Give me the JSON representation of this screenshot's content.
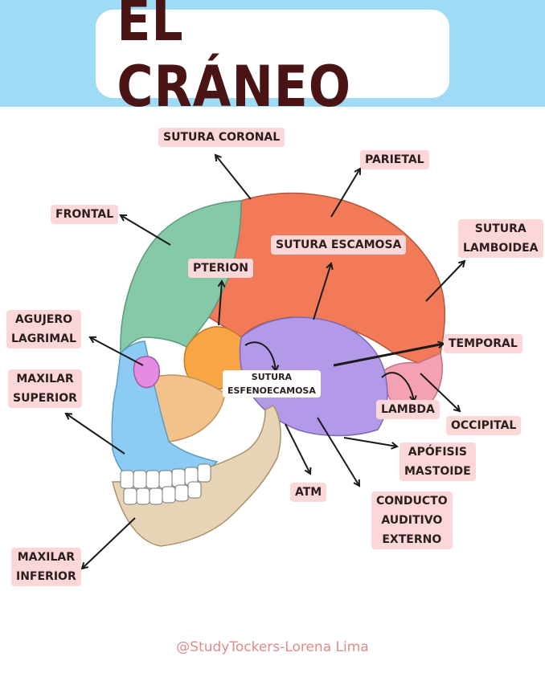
{
  "header": {
    "title": "EL CRÁNEO"
  },
  "labels": {
    "sutura_coronal": "SUTURA CORONAL",
    "parietal": "PARIETAL",
    "frontal": "FRONTAL",
    "sutura_lamboidea_1": "SUTURA",
    "sutura_lamboidea_2": "LAMBOIDEA",
    "sutura_escamosa": "SUTURA ESCAMOSA",
    "pterion": "PTERION",
    "agujero_lagrimal_1": "AGUJERO",
    "agujero_lagrimal_2": "LAGRIMAL",
    "temporal": "TEMPORAL",
    "maxilar_superior_1": "MAXILAR",
    "maxilar_superior_2": "SUPERIOR",
    "sutura_esfenoescamosa_1": "SUTURA",
    "sutura_esfenoescamosa_2": "ESFENOECAMOSA",
    "lambda": "LAMBDA",
    "occipital": "OCCIPITAL",
    "apofisis_mastoide_1": "APÓFISIS",
    "apofisis_mastoide_2": "MASTOIDE",
    "atm": "ATM",
    "conducto_auditivo_1": "CONDUCTO",
    "conducto_auditivo_2": "AUDITIVO",
    "conducto_auditivo_3": "EXTERNO",
    "maxilar_inferior_1": "MAXILAR",
    "maxilar_inferior_2": "INFERIOR"
  },
  "footer": {
    "credit": "@StudyTockers-Lorena Lima"
  },
  "colors": {
    "header_bg": "#9fdbf4",
    "title": "#4a1414",
    "frontal": "#86c9a9",
    "parietal": "#f27a58",
    "temporal": "#b39ae8",
    "sphenoid": "#f7a545",
    "occipital": "#f5a1b4",
    "maxilla": "#8ccbf4",
    "orbit": "#e48ce2",
    "mandible": "#e7d3b5",
    "label_bg": "#fbd7d9"
  }
}
